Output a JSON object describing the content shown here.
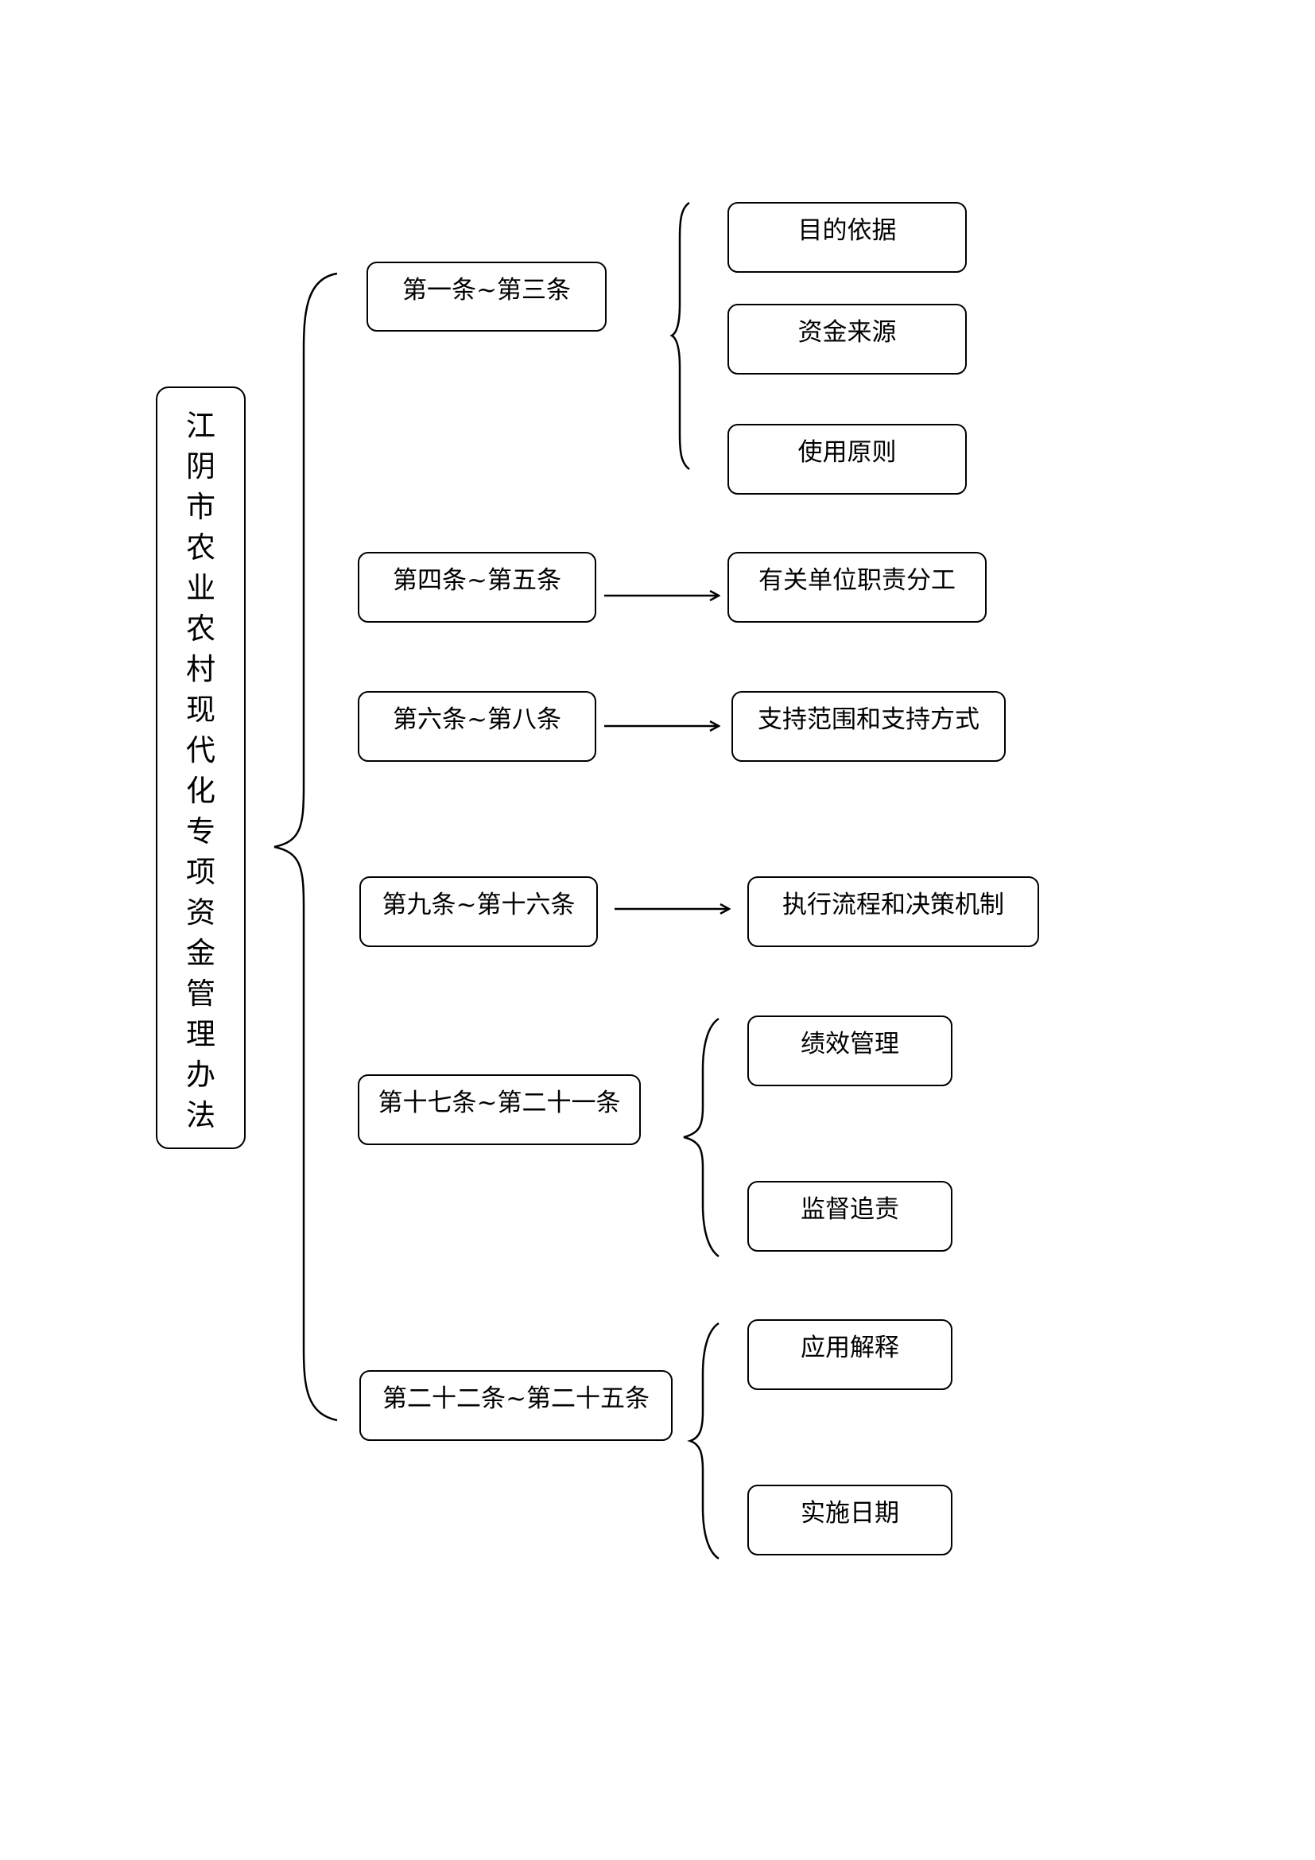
{
  "title": "江阴市农业农村现代化专项资金管理办法",
  "sections": [
    {
      "label": "第一条~第三条",
      "children": [
        "目的依据",
        "资金来源",
        "使用原则"
      ]
    },
    {
      "label": "第四条~第五条",
      "children": [
        "有关单位职责分工"
      ]
    },
    {
      "label": "第六条~第八条",
      "children": [
        "支持范围和支持方式"
      ]
    },
    {
      "label": "第九条~第十六条",
      "children": [
        "执行流程和决策机制"
      ]
    },
    {
      "label": "第十七条~第二十一条",
      "children": [
        "绩效管理",
        "监督追责"
      ]
    },
    {
      "label": "第二十二条~第二十五条",
      "children": [
        "应用解释",
        "实施日期"
      ]
    }
  ]
}
